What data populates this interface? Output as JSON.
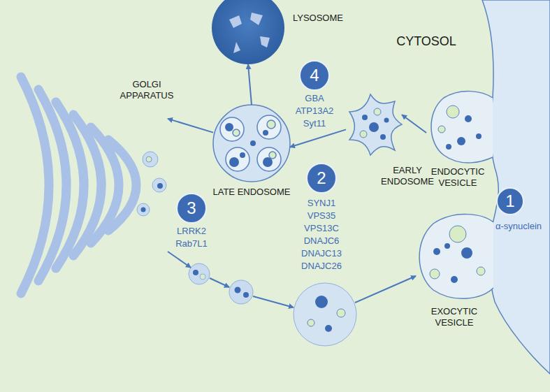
{
  "diagram": {
    "nodes": [
      {
        "text": [
          "LYSOSOME"
        ]
      },
      {
        "text": [
          "4"
        ]
      },
      {
        "text": [
          "GOLGI APPARATUS"
        ]
      },
      {
        "text": [
          "LATE ENDOSOME"
        ]
      },
      {
        "text": [
          "EARLY ENDOSOME"
        ]
      },
      {
        "text": [
          "ENDOCYTIC VESICLE"
        ]
      },
      {
        "text": [
          "2"
        ]
      },
      {
        "text": [
          "3"
        ]
      },
      {
        "text": [
          "1"
        ]
      },
      {
        "text": [
          "EXOCYTIC VESICLE"
        ]
      }
    ],
    "edges": [
      {
        "from": 5,
        "to": 4,
        "arrow": "to"
      },
      {
        "from": 4,
        "to": 3,
        "arrow": "to"
      },
      {
        "from": 3,
        "to": 0,
        "arrow": "to"
      },
      {
        "from": 3,
        "to": 2,
        "arrow": "to"
      },
      {
        "from": 2,
        "to": 9,
        "arrow": "to"
      }
    ],
    "labels": [
      "CYTOSOL",
      "α-synuclein",
      "GBA",
      "ATP13A2",
      "Syt11",
      "SYNJ1",
      "VPS35",
      "VPS13C",
      "DNAJC6",
      "DNAJC13",
      "DNAJC26",
      "LRRK2",
      "Rab7L1"
    ]
  }
}
